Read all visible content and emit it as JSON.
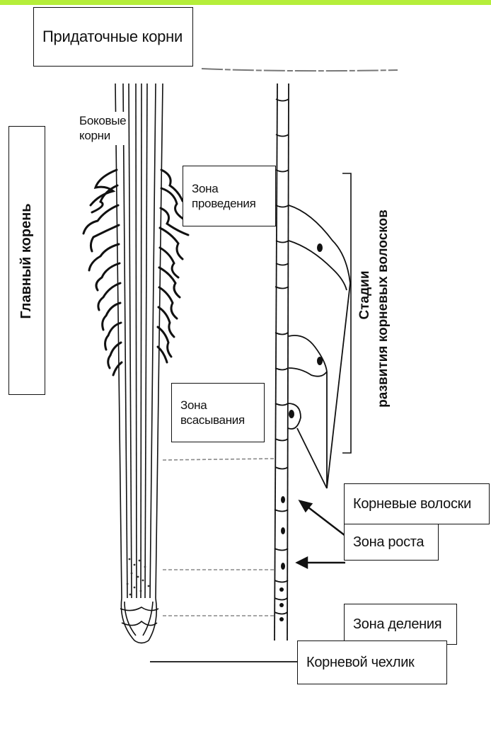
{
  "colors": {
    "top_bar": "#b5ee3a",
    "ink": "#111111",
    "background": "#ffffff"
  },
  "labels": {
    "adventitious_roots": "Придаточные корни",
    "lateral_roots": "Боковые\nкорни",
    "main_root": "Главный корень",
    "conduction_zone": "Зона\nпроведения",
    "absorption_zone": "Зона\nвсасывания",
    "root_hairs": "Корневые волоски",
    "growth_zone": "Зона роста",
    "division_zone": "Зона деления",
    "root_cap": "Корневой чехлик",
    "hair_stages_line1": "Стадии",
    "hair_stages_line2": "развития корневых волосков"
  }
}
